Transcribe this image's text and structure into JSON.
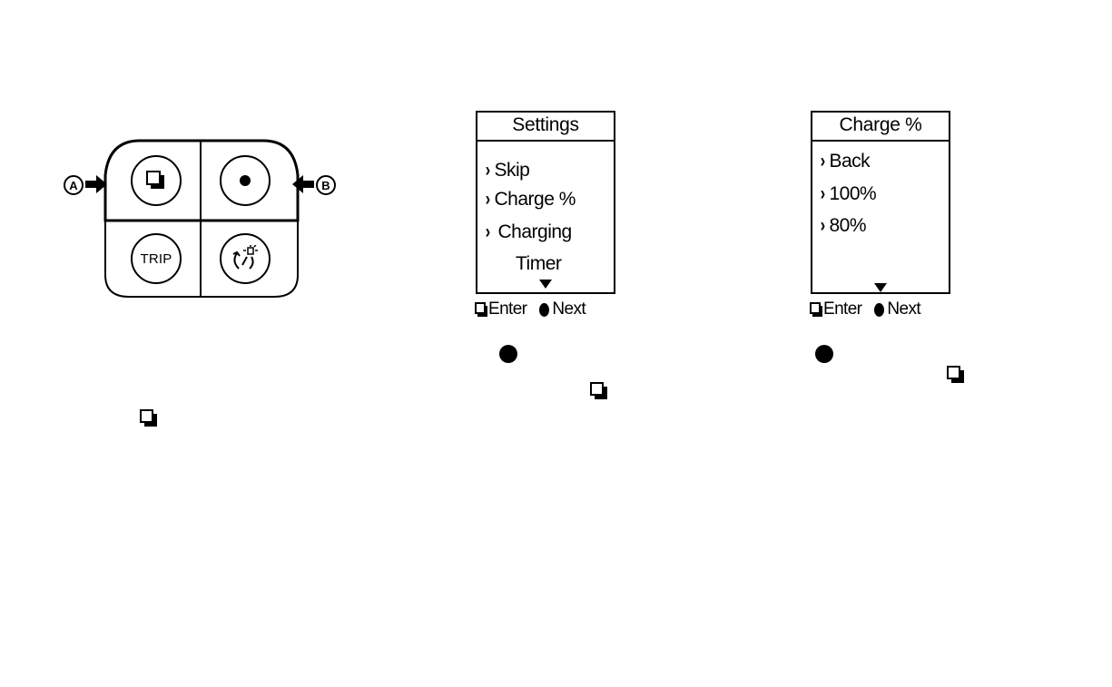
{
  "control_pad": {
    "callout_a": "A",
    "callout_b": "B",
    "trip_label": "TRIP",
    "icons": {
      "enter": "enter-square-icon",
      "next": "next-dot-icon",
      "settings": "display-settings-icon"
    }
  },
  "screen_settings": {
    "title": "Settings",
    "items": [
      "Skip",
      "Charge %",
      "Charging"
    ],
    "continuation": "Timer",
    "legend_enter": "Enter",
    "legend_next": "Next"
  },
  "screen_charge": {
    "title": "Charge %",
    "items": [
      "Back",
      "100%",
      "80%"
    ],
    "legend_enter": "Enter",
    "legend_next": "Next"
  },
  "colors": {
    "ink": "#000000",
    "background": "#ffffff"
  }
}
